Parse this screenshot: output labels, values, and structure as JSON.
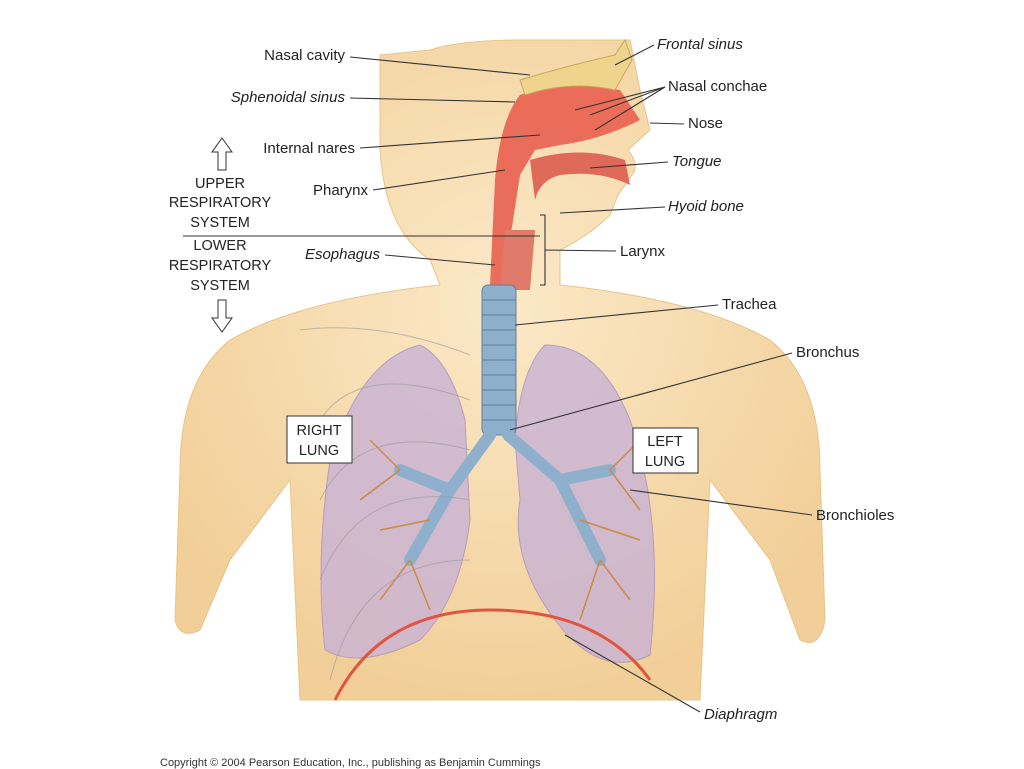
{
  "labels": {
    "nasal_cavity": "Nasal cavity",
    "sphenoidal_sinus": "Sphenoidal sinus",
    "internal_nares": "Internal nares",
    "pharynx": "Pharynx",
    "esophagus": "Esophagus",
    "frontal_sinus": "Frontal sinus",
    "nasal_conchae": "Nasal conchae",
    "nose": "Nose",
    "tongue": "Tongue",
    "hyoid_bone": "Hyoid bone",
    "larynx": "Larynx",
    "trachea": "Trachea",
    "bronchus": "Bronchus",
    "bronchioles": "Bronchioles",
    "diaphragm": "Diaphragm"
  },
  "boxes": {
    "right_lung": [
      "RIGHT",
      "LUNG"
    ],
    "left_lung": [
      "LEFT",
      "LUNG"
    ]
  },
  "systems": {
    "upper": [
      "UPPER",
      "RESPIRATORY",
      "SYSTEM"
    ],
    "lower": [
      "LOWER",
      "RESPIRATORY",
      "SYSTEM"
    ]
  },
  "colors": {
    "skin": "#f7dcae",
    "airway": "#e8584a",
    "lung": "#c9b3d6",
    "trachea": "#8fb0cc",
    "bronchiole": "#c98a4a",
    "diaphragm": "#e0553f"
  },
  "copyright": "Copyright © 2004 Pearson Education, Inc., publishing as Benjamin Cummings"
}
